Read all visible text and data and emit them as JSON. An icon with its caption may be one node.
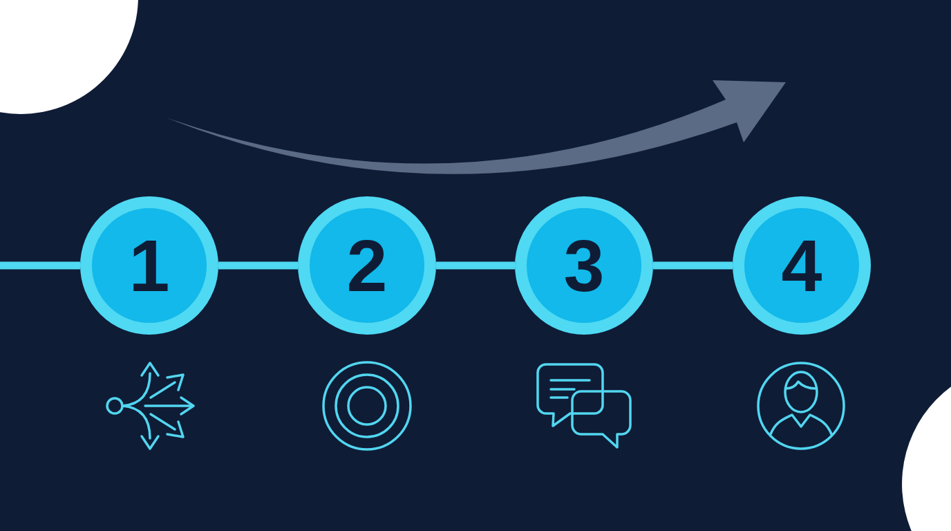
{
  "diagram": {
    "nodes": [
      {
        "text": [
          "1"
        ]
      },
      {
        "text": [
          "2"
        ]
      },
      {
        "text": [
          "3"
        ]
      },
      {
        "text": [
          "4"
        ]
      }
    ],
    "edges": [
      {
        "from": null,
        "to": 0,
        "arrow": "none"
      },
      {
        "from": 0,
        "to": 1,
        "arrow": "none"
      },
      {
        "from": 1,
        "to": 2,
        "arrow": "none"
      },
      {
        "from": 2,
        "to": 3,
        "arrow": "none"
      }
    ]
  }
}
